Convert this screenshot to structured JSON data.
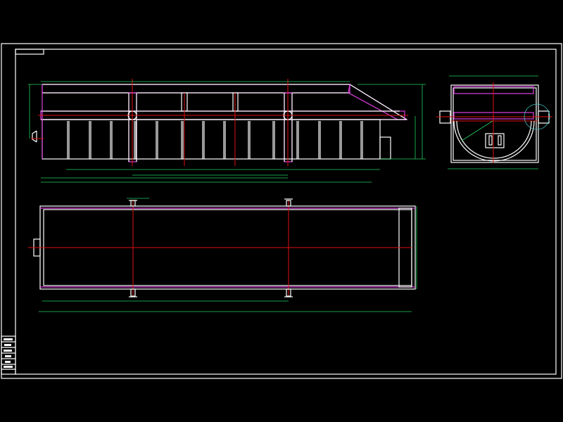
{
  "drawing": {
    "views": [
      "side-elevation",
      "end-elevation",
      "plan-view"
    ],
    "colors": {
      "background": "#000000",
      "outline": "#ffffff",
      "hidden": "#e040e0",
      "centerline": "#e01010",
      "dimension": "#20d060",
      "detail_circle": "#40c0c0"
    }
  }
}
